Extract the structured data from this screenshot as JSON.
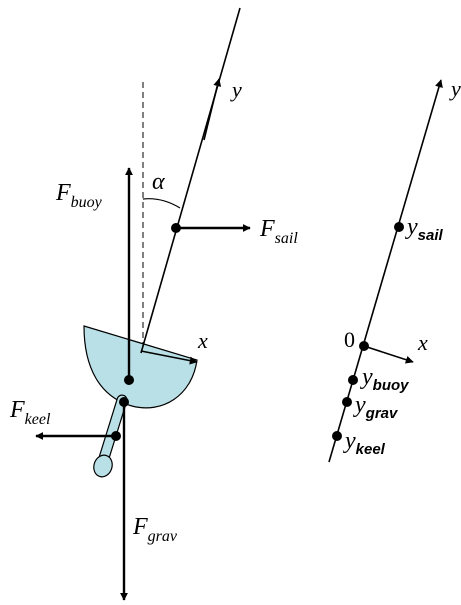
{
  "left_diagram": {
    "mast_axis_label": "y",
    "x_axis_label": "x",
    "angle_label": "α",
    "forces": {
      "buoy": {
        "main": "F",
        "sub": "buoy"
      },
      "sail": {
        "main": "F",
        "sub": "sail"
      },
      "keel": {
        "main": "F",
        "sub": "keel"
      },
      "grav": {
        "main": "F",
        "sub": "grav"
      }
    }
  },
  "right_diagram": {
    "y_axis_label": "y",
    "x_axis_label": "x",
    "origin_label": "0",
    "points": {
      "sail": {
        "main": "y",
        "sub": "sail"
      },
      "buoy": {
        "main": "y",
        "sub": "buoy"
      },
      "grav": {
        "main": "y",
        "sub": "grav"
      },
      "keel": {
        "main": "y",
        "sub": "keel"
      }
    }
  },
  "colors": {
    "hull_fill": "#b9e0e6",
    "line": "#000000"
  }
}
